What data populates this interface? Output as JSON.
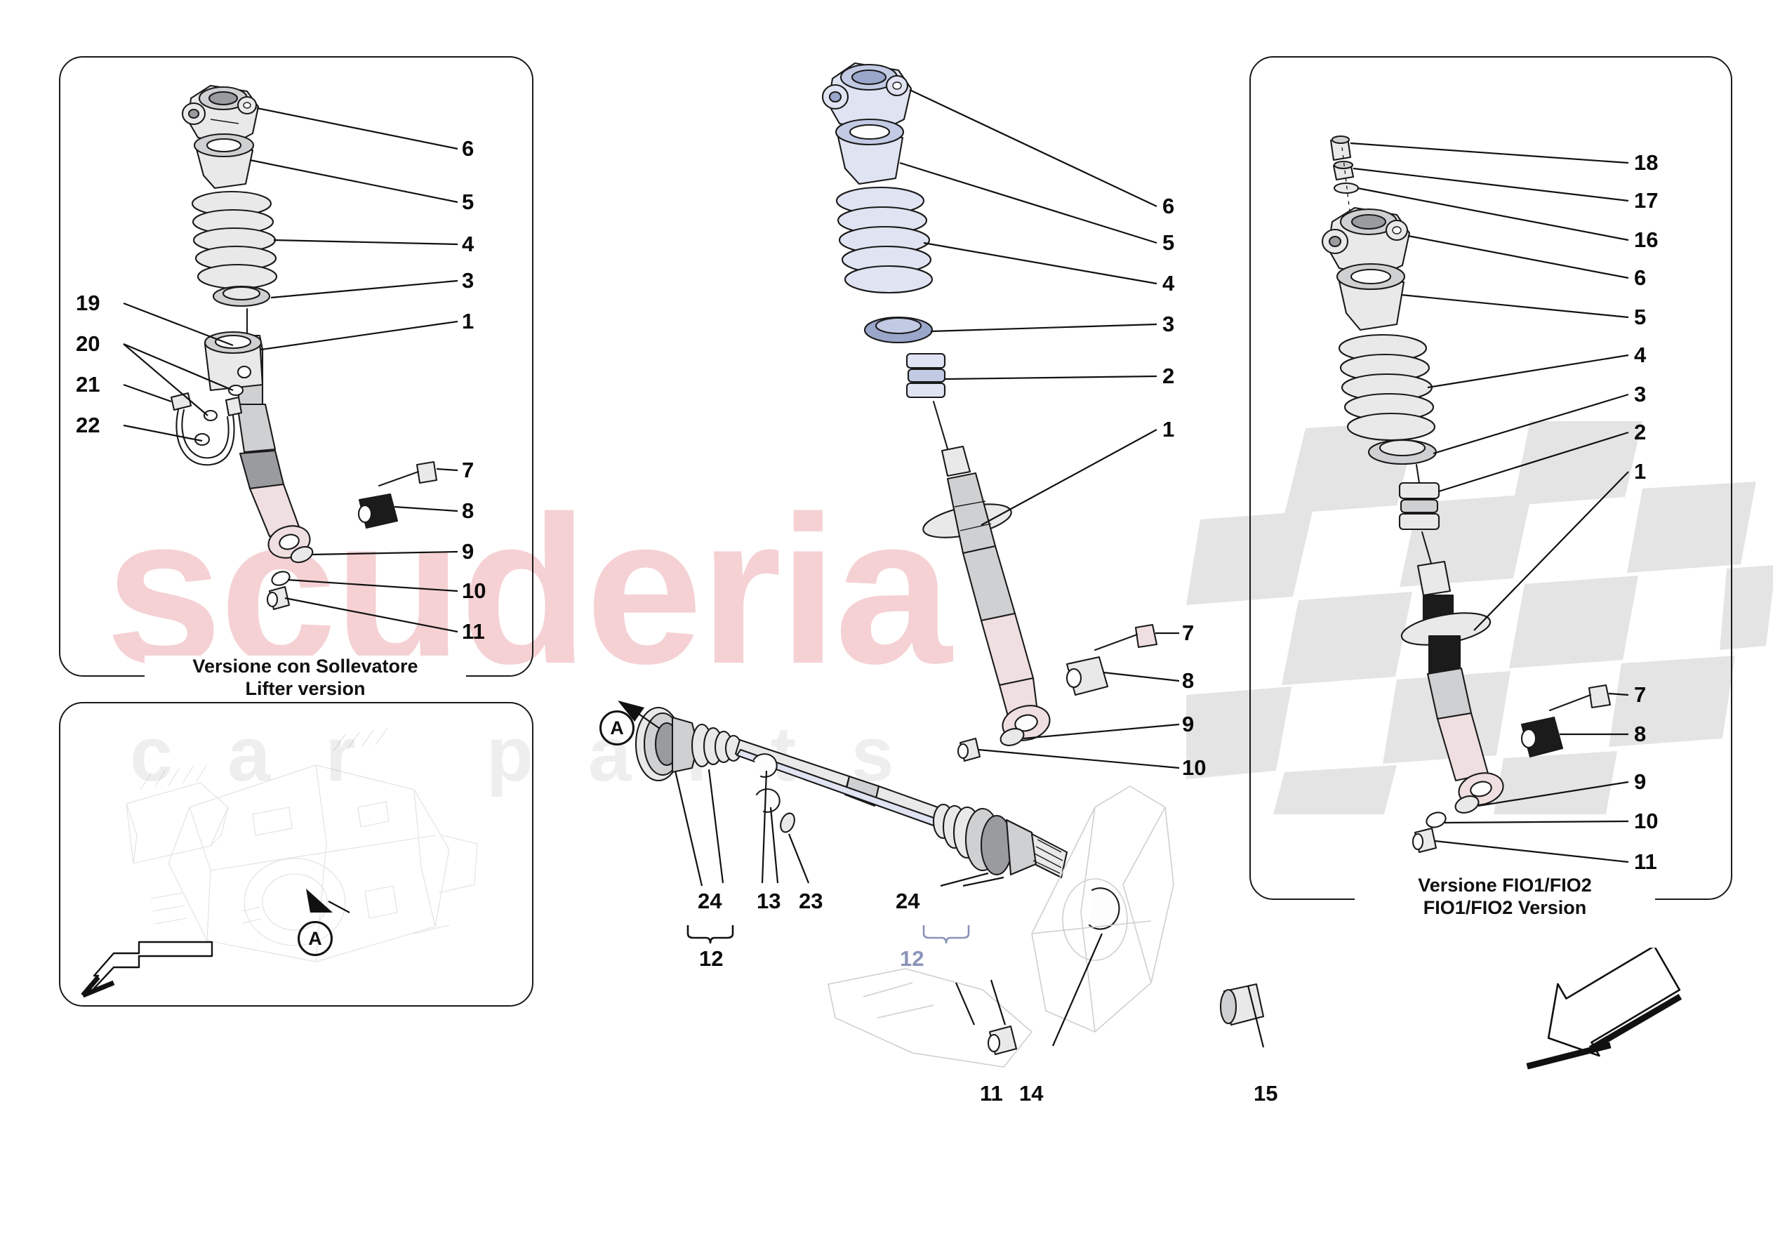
{
  "document": {
    "type": "exploded-parts-diagram",
    "subject": "Front suspension shock absorber, springs and drive shaft",
    "background": "#ffffff"
  },
  "watermarks": {
    "primary": "scuderia",
    "primary_color": "#f4c9cc",
    "secondary": "car parts",
    "secondary_color": "#eeeeee",
    "flag": "checkered-flag",
    "flag_color": "#e3e3e3"
  },
  "panels": {
    "left": {
      "caption_it": "Versione con Sollevatore",
      "caption_en": "Lifter version",
      "callouts_right": [
        "6",
        "5",
        "4",
        "3",
        "1",
        "7",
        "8",
        "9",
        "10",
        "11"
      ],
      "callouts_left": [
        "19",
        "20",
        "21",
        "22"
      ]
    },
    "center": {
      "caption_it": "",
      "caption_en": "",
      "callouts_right": [
        "6",
        "5",
        "4",
        "3",
        "2",
        "1",
        "7",
        "8",
        "9",
        "10"
      ],
      "callouts_shaft": [
        "24",
        "12",
        "13",
        "23",
        "24",
        "12"
      ],
      "callouts_bottom": [
        "11",
        "14",
        "15"
      ],
      "detail_marker": "A"
    },
    "right": {
      "caption_it": "Versione FIO1/FIO2",
      "caption_en": "FIO1/FIO2 Version",
      "callouts_right": [
        "18",
        "17",
        "16",
        "6",
        "5",
        "4",
        "3",
        "2",
        "1",
        "7",
        "8",
        "9",
        "10",
        "11"
      ]
    },
    "inset": {
      "detail_marker": "A",
      "content": "gearbox-outline-drawing"
    }
  },
  "labels": {
    "n1": "1",
    "n2": "2",
    "n3": "3",
    "n4": "4",
    "n5": "5",
    "n6": "6",
    "n7": "7",
    "n8": "8",
    "n9": "9",
    "n10": "10",
    "n11": "11",
    "n12": "12",
    "n13": "13",
    "n14": "14",
    "n15": "15",
    "n16": "16",
    "n17": "17",
    "n18": "18",
    "n19": "19",
    "n20": "20",
    "n21": "21",
    "n22": "22",
    "n23": "23",
    "n24": "24",
    "markerA": "A"
  }
}
